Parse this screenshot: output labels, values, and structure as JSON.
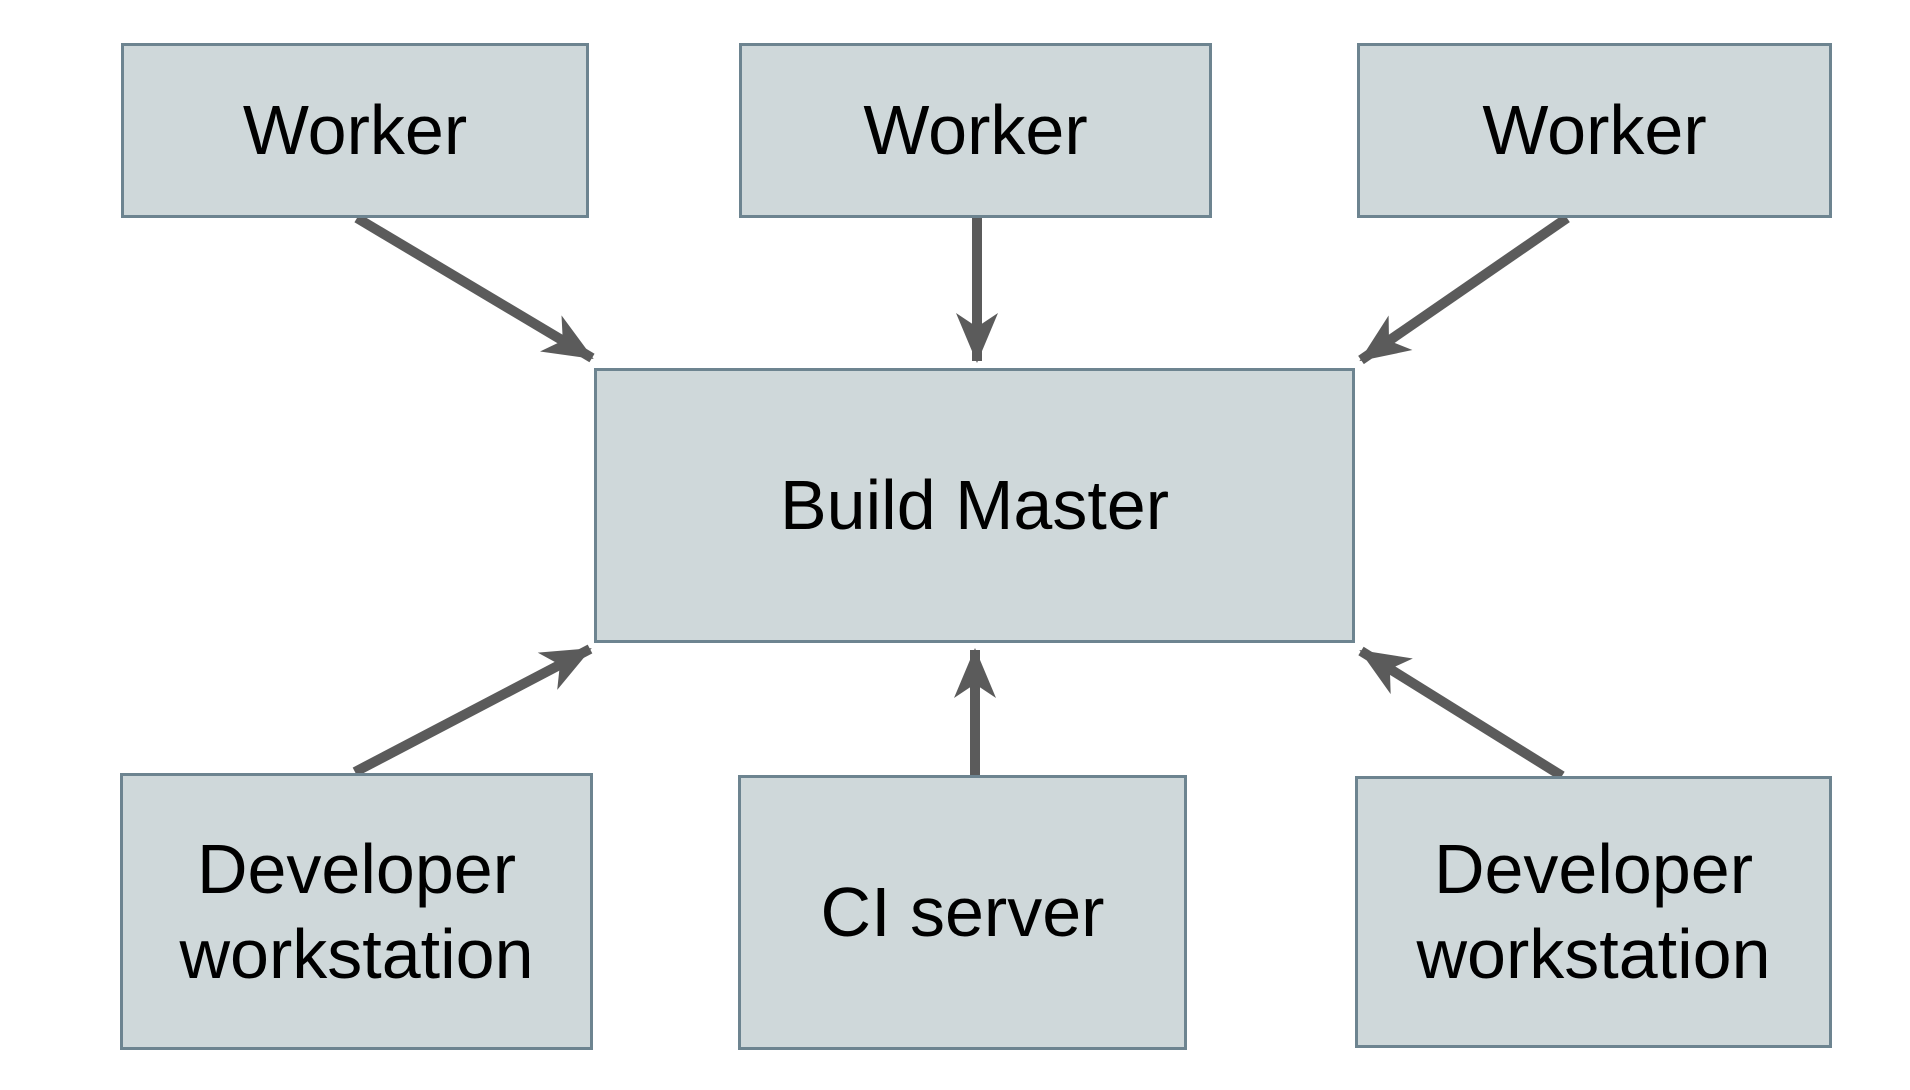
{
  "colors": {
    "background": "#ffffff",
    "node_fill": "#cfd8da",
    "node_border": "#6d8490",
    "arrow": "#5b5b5b",
    "text": "#000000"
  },
  "nodes": [
    {
      "id": "worker-1",
      "label": "Worker"
    },
    {
      "id": "worker-2",
      "label": "Worker"
    },
    {
      "id": "worker-3",
      "label": "Worker"
    },
    {
      "id": "build-master",
      "label": "Build Master"
    },
    {
      "id": "developer-workstation-left",
      "label": "Developer workstation"
    },
    {
      "id": "ci-server",
      "label": "CI server"
    },
    {
      "id": "developer-workstation-right",
      "label": "Developer workstation"
    }
  ],
  "edges": [
    {
      "from": "worker-1",
      "to": "build-master"
    },
    {
      "from": "worker-2",
      "to": "build-master"
    },
    {
      "from": "worker-3",
      "to": "build-master"
    },
    {
      "from": "developer-workstation-left",
      "to": "build-master"
    },
    {
      "from": "ci-server",
      "to": "build-master"
    },
    {
      "from": "developer-workstation-right",
      "to": "build-master"
    }
  ]
}
